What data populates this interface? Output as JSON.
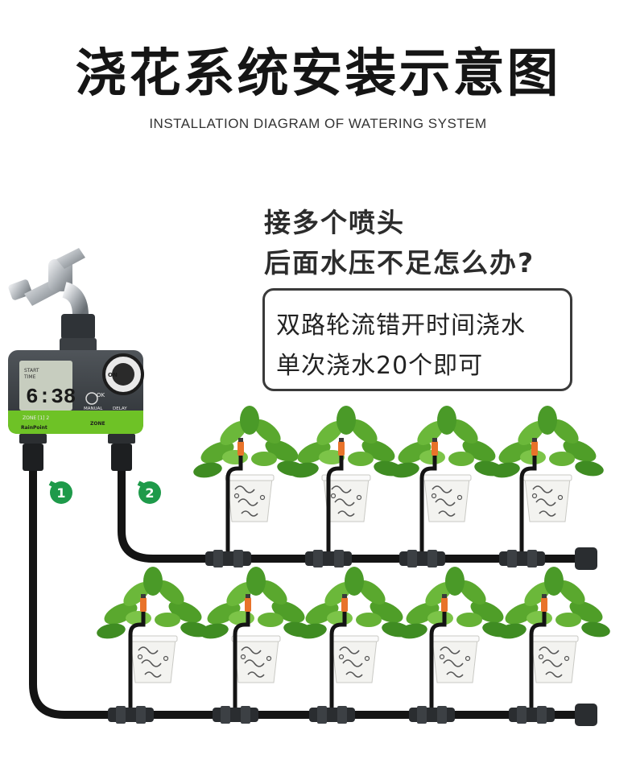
{
  "title": "浇花系统安装示意图",
  "subtitle": "INSTALLATION DIAGRAM OF WATERING SYSTEM",
  "question": {
    "line1": "接多个喷头",
    "line2": "后面水压不足怎么办?"
  },
  "answer": {
    "line1": "双路轮流错开时间浇水",
    "line2": "单次浇水20个即可"
  },
  "timer": {
    "brand": "RainPoint",
    "display_time": "6:38",
    "lcd_top_label_1": "START",
    "lcd_top_label_2": "TIME",
    "lcd_zone_label": "ZONE [1] 2",
    "ok_label": "OK",
    "manual_label": "MANUAL",
    "delay_label": "DELAY",
    "zone_button_label": "ZONE",
    "dial_on_label": "ON"
  },
  "outlets": [
    {
      "label": "1"
    },
    {
      "label": "2"
    }
  ],
  "colors": {
    "pipe": "#141414",
    "timer_body": "#3b3f43",
    "timer_green": "#6ec226",
    "outlet_badge": "#1e9a4a",
    "nozzle": "#e8732a",
    "leaf": "#4a9a28",
    "pot": "#f3f3f0"
  }
}
